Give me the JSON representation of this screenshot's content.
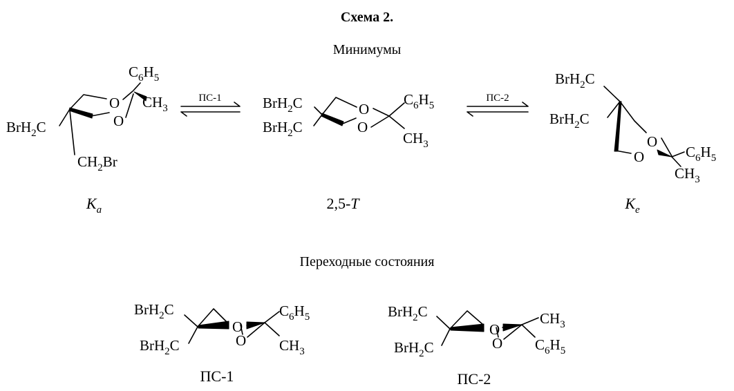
{
  "scheme_title": "Схема 2.",
  "minima_heading": "Минимумы",
  "transition_heading": "Переходные состояния",
  "arrow_labels": {
    "ps1": "ПС-1",
    "ps2": "ПС-2"
  },
  "captions": {
    "ka": "K",
    "ka_sub": "a",
    "t25_prefix": "2,5-",
    "t25_letter": "T",
    "ke": "K",
    "ke_sub": "e",
    "ps1": "ПС-1",
    "ps2": "ПС-2"
  },
  "groups": {
    "brh2c": "BrH",
    "brh2c_sub": "2",
    "brh2c_tail": "C",
    "ch2br_head": "CH",
    "ch2br_sub": "2",
    "ch2br_tail": "Br",
    "c6h5_head": "C",
    "c6h5_sub1": "6",
    "c6h5_mid": "H",
    "c6h5_sub2": "5",
    "ch3_head": "CH",
    "ch3_sub": "3",
    "oxygen": "O"
  }
}
